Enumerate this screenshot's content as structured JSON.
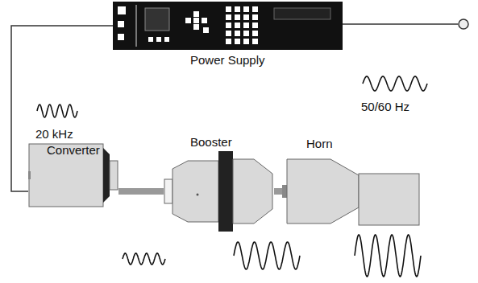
{
  "diagram": {
    "nodes": [
      {
        "text": [
          "Power Supply"
        ]
      },
      {
        "text": [
          "Converter"
        ]
      },
      {
        "text": [
          "Booster"
        ]
      },
      {
        "text": [
          "Horn"
        ]
      }
    ],
    "edges": [
      {
        "from": 0,
        "to": 1,
        "arrow": "none"
      },
      {
        "from": 1,
        "to": 2,
        "arrow": "none"
      },
      {
        "from": 2,
        "to": 3,
        "arrow": "none"
      }
    ],
    "labels": [
      "20 kHz",
      "50/60 Hz"
    ]
  }
}
